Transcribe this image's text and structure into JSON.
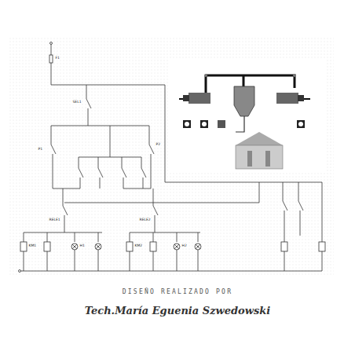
{
  "diagram": {
    "labels": [
      "F1",
      "SEL1",
      "P1",
      "P2",
      "RELE1",
      "RELE2",
      "KM1",
      "KM2",
      "H1",
      "H2",
      "DISEÑO REALIZADO POR",
      "Tech.María Eguenia Szwedowski"
    ]
  }
}
